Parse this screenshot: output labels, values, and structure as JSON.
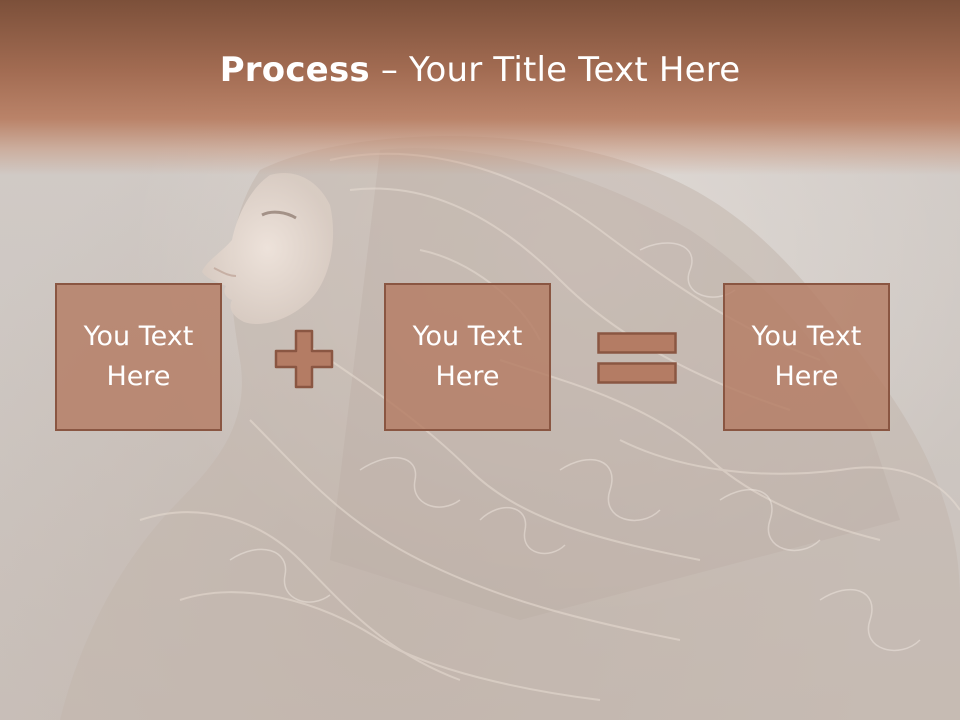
{
  "slide": {
    "title_bold": "Process",
    "title_rest": " – Your Title Text Here",
    "boxes": [
      {
        "text": "You Text Here"
      },
      {
        "text": "You Text Here"
      },
      {
        "text": "You Text Here"
      }
    ],
    "operators": [
      "plus-icon",
      "equals-icon"
    ],
    "colors": {
      "header": "#a0684e",
      "box_fill": "#b47c64",
      "box_border": "#8a5642",
      "text": "#ffffff"
    }
  }
}
